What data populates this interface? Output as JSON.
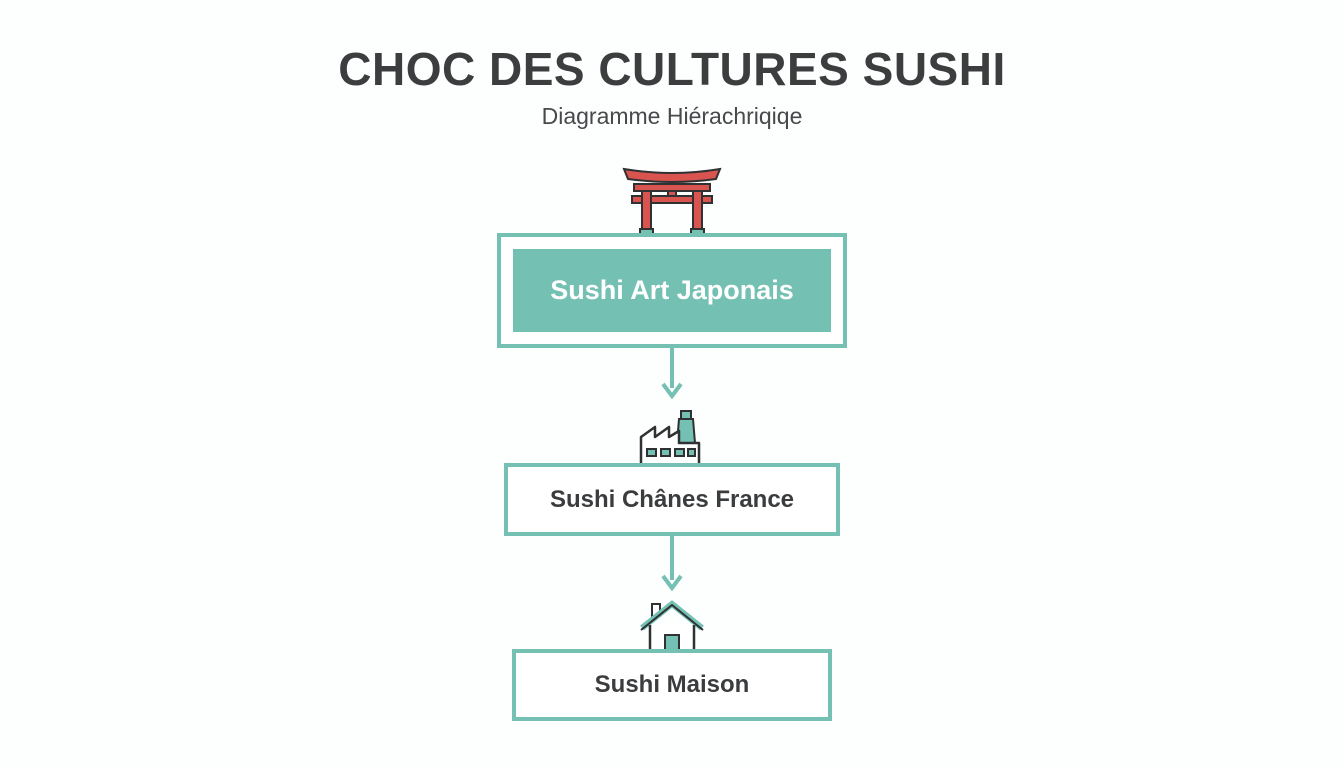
{
  "header": {
    "title": "CHOC DES CULTURES SUSHI",
    "subtitle": "Diagramme Hiérachriqiqe"
  },
  "nodes": [
    {
      "label": "Sushi Art Japonais",
      "icon": "torii-gate-icon"
    },
    {
      "label": "Sushi Chânes France",
      "icon": "factory-icon"
    },
    {
      "label": "Sushi Maison",
      "icon": "house-icon"
    }
  ],
  "colors": {
    "accent": "#74c1b3",
    "torii_red": "#d9534f",
    "text": "#3b3d3f",
    "background": "#fdfefe"
  }
}
